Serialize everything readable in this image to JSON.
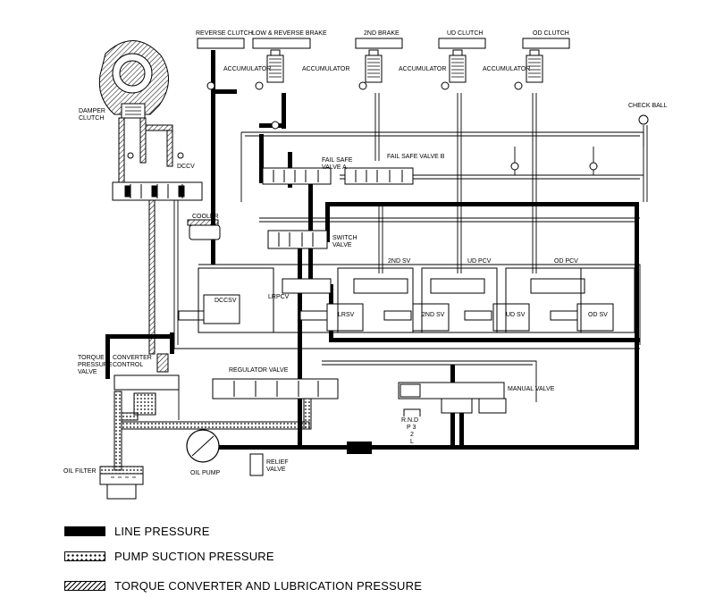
{
  "components": {
    "reverse_clutch": "REVERSE CLUTCH",
    "low_reverse_brake": "LOW & REVERSE BRAKE",
    "second_brake": "2ND BRAKE",
    "ud_clutch": "UD CLUTCH",
    "od_clutch": "OD CLUTCH",
    "accumulator": "ACCUMULATOR",
    "damper_clutch": [
      "DAMPER",
      "CLUTCH"
    ],
    "check_ball": "CHECK BALL",
    "dccv": "DCCV",
    "fail_safe_valve_a": [
      "FAIL SAFE",
      "VALVE A"
    ],
    "fail_safe_valve_b": "FAIL SAFE VALVE B",
    "cooler": "COOLER",
    "switch_valve": [
      "SWITCH",
      "VALVE"
    ],
    "second_sv_top": "2ND SV",
    "ud_pcv": "UD PCV",
    "od_pcv": "OD PCV",
    "dccsv": "DCCSV",
    "lrpcv": "LRPCV",
    "lrsv": "LRSV",
    "second_sv_box": "2ND SV",
    "ud_sv": "UD SV",
    "od_sv": "OD SV",
    "torque_pressure_valve": [
      "TORQUE",
      "PRESSURE",
      "VALVE"
    ],
    "converter_control": [
      "CONVERTER",
      "CONTROL"
    ],
    "regulator_valve": "REGULATOR VALVE",
    "manual_valve": "MANUAL VALVE",
    "gear_positions": [
      "R.N.D",
      "P 3",
      "2",
      "L"
    ],
    "oil_filter": "OIL FILTER",
    "oil_pump": "OIL PUMP",
    "relief_valve": [
      "RELIEF",
      "VALVE"
    ]
  },
  "legend": [
    {
      "key": "line",
      "label": "LINE PRESSURE"
    },
    {
      "key": "suction",
      "label": "PUMP SUCTION PRESSURE"
    },
    {
      "key": "torque",
      "label": "TORQUE CONVERTER AND LUBRICATION PRESSURE"
    }
  ],
  "colors": {
    "ink": "#000000",
    "paper": "#ffffff"
  }
}
